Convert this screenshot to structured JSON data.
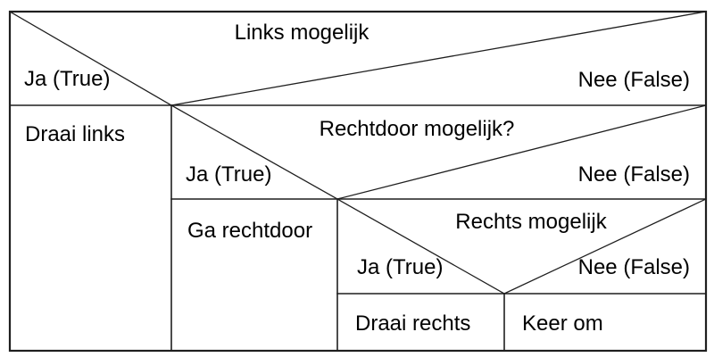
{
  "structogram": {
    "kind": "nassi-shneiderman-decision-diagram",
    "language": "nl",
    "colors": {
      "background": "#ffffff",
      "line": "#1f1f1f",
      "text": "#000000"
    },
    "decisions": [
      {
        "condition": "Links mogelijk",
        "true_label": "Ja (True)",
        "false_label": "Nee (False)",
        "true_action": "Draai links"
      },
      {
        "condition": "Rechtdoor mogelijk?",
        "true_label": "Ja (True)",
        "false_label": "Nee (False)",
        "true_action": "Ga rechtdoor"
      },
      {
        "condition": "Rechts mogelijk",
        "true_label": "Ja (True)",
        "false_label": "Nee (False)",
        "true_action": "Draai rechts",
        "false_action": "Keer om"
      }
    ]
  }
}
